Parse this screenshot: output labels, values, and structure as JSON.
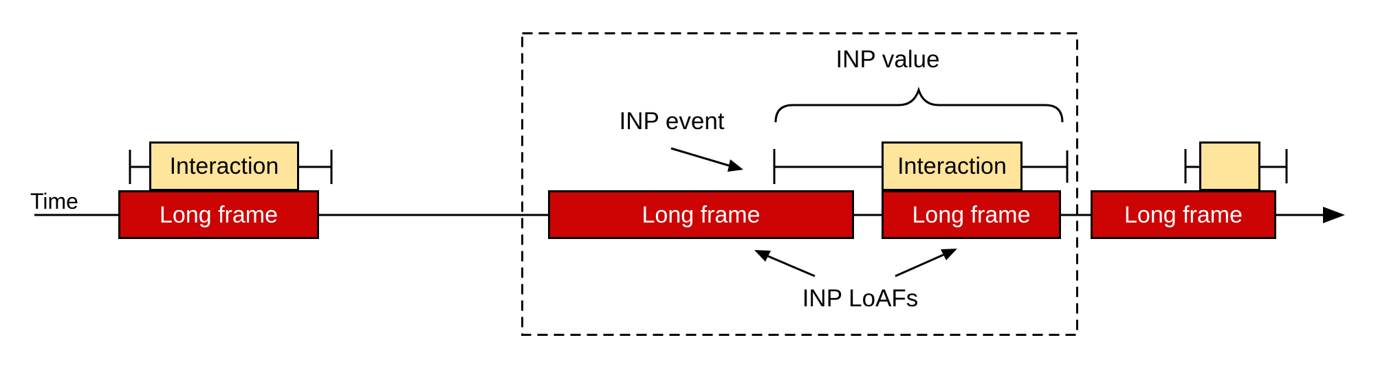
{
  "diagram": {
    "axis": {
      "label": "Time"
    },
    "annotations": {
      "inp_event": {
        "label": "INP event"
      },
      "inp_value": {
        "label": "INP value"
      },
      "inp_loafs": {
        "label": "INP LoAFs"
      }
    },
    "long_frames": [
      {
        "label": "Long frame"
      },
      {
        "label": "Long frame"
      },
      {
        "label": "Long frame"
      },
      {
        "label": "Long frame"
      }
    ],
    "interactions": [
      {
        "label": "Interaction"
      },
      {
        "label": "Interaction"
      },
      {
        "label": ""
      }
    ],
    "colors": {
      "long_frame_fill": "#CC0404",
      "long_frame_text": "#FFFFFF",
      "interaction_fill": "#FFE49B",
      "interaction_text": "#000000",
      "line": "#000000",
      "background": "#FFFFFF"
    }
  }
}
